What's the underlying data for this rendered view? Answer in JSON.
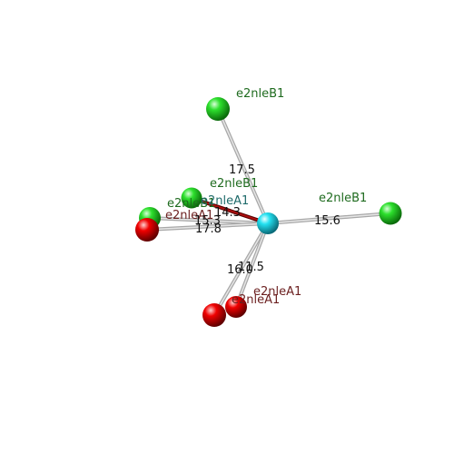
{
  "colors": {
    "background": "#ffffff",
    "center_atom": "#22e0f0",
    "green_atom": "#19d019",
    "red_atom": "#e00000",
    "green_label": "#1f6b1f",
    "red_label": "#6b1f1f",
    "center_label": "#1f6b6b",
    "bond": "#bbbbbb",
    "highlight_bond": "#8b0000"
  },
  "atoms": {
    "center": {
      "name": "e2nleA1"
    },
    "top_green": {
      "name": "e2nleB1"
    },
    "right_green": {
      "name": "e2nleB1"
    },
    "mid_green": {
      "name": "e2nleB1"
    },
    "left_green": {
      "name": "e2nleB1"
    },
    "left_red": {
      "name": "e2nleA1"
    },
    "bottom_red_a": {
      "name": "e2nleA1"
    },
    "bottom_red_b": {
      "name": "e2nleA1"
    }
  },
  "distances": {
    "top_green": "17.5",
    "right_green": "15.6",
    "mid_green": "14.3",
    "left_green": "15.3",
    "left_red": "17.8",
    "bottom_red_a": "16.0",
    "bottom_red_b": "11.5"
  }
}
